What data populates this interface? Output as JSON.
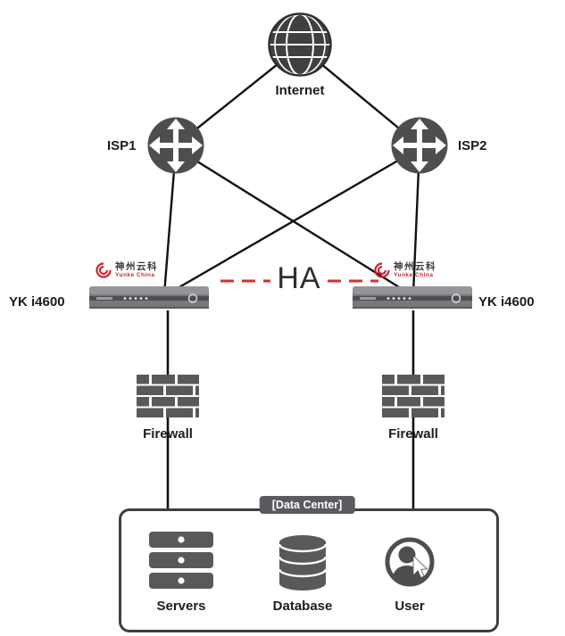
{
  "title": "Network HA topology diagram",
  "colors": {
    "icon_gray": "#58595b",
    "dark_gray": "#4d4e50",
    "line_black": "#111111",
    "ha_red": "#d9302c",
    "logo_red": "#c9252d"
  },
  "nodes": {
    "internet": {
      "label": "Internet"
    },
    "isp1": {
      "label": "ISP1"
    },
    "isp2": {
      "label": "ISP2"
    },
    "appliance_left": {
      "label": "YK i4600"
    },
    "appliance_right": {
      "label": "YK i4600"
    },
    "vendor_logo": {
      "cn": "神州云科",
      "en": "Yunke China"
    },
    "ha_link": {
      "label": "HA"
    },
    "firewall_left": {
      "label": "Firewall"
    },
    "firewall_right": {
      "label": "Firewall"
    },
    "data_center": {
      "label": "[Data Center]",
      "items": [
        {
          "label": "Servers"
        },
        {
          "label": "Database"
        },
        {
          "label": "User"
        }
      ]
    }
  }
}
